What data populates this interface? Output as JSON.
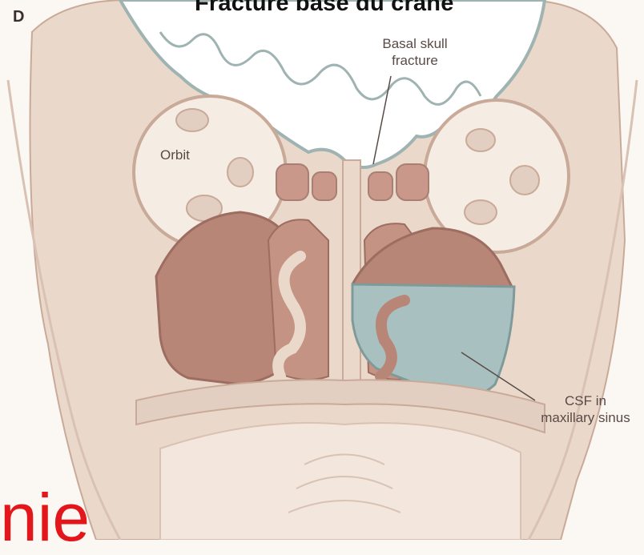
{
  "figure": {
    "panel_letter": "D",
    "title": "Fracture base du crâne",
    "labels": {
      "basal_skull_fracture": [
        "Basal skull",
        "fracture"
      ],
      "orbit": "Orbit",
      "csf": [
        "CSF in",
        "maxillary sinus"
      ]
    },
    "overlay_text": "nie"
  },
  "colors": {
    "background": "#fbf7f3",
    "bone": "#e8d7c9",
    "brain": "#ffffff",
    "brain_outline": "#9fb3b2",
    "cavity": "#b88677",
    "csf": "#a8c0c0",
    "overlay_text": "#e3161b"
  }
}
